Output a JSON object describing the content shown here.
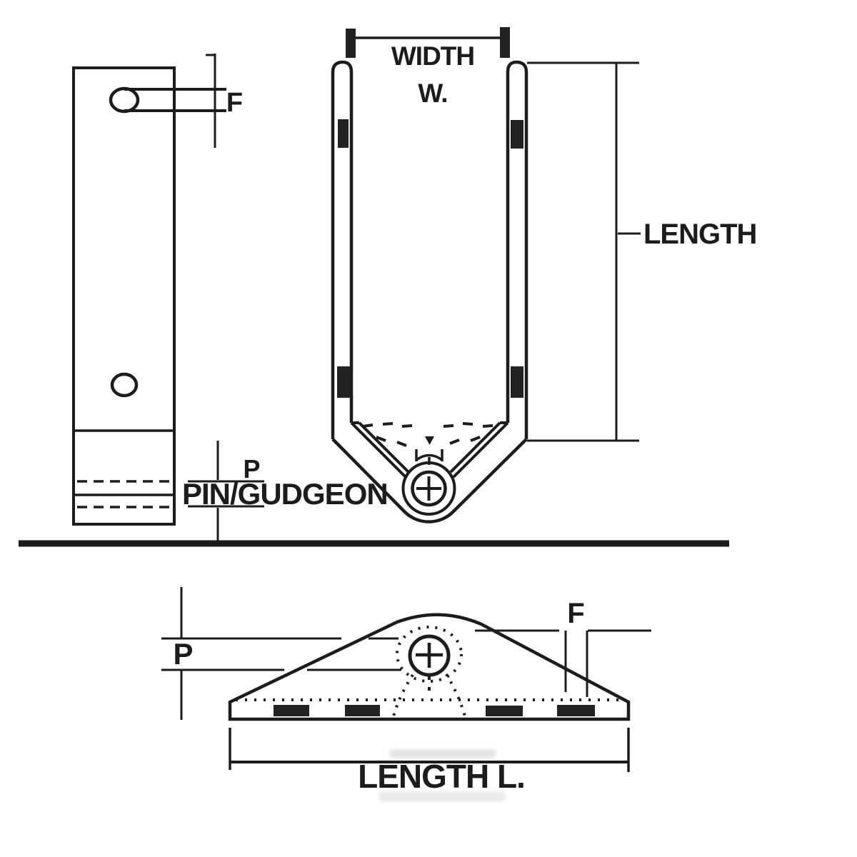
{
  "drawing": {
    "title": "pintle-gudgeon dimension diagram",
    "labels": {
      "width_line1": "WIDTH",
      "width_line2": "W.",
      "length_side": "LENGTH",
      "f_side": "F",
      "p_side": "P",
      "pin_gudgeon": "PIN/GUDGEON",
      "p_top": "P",
      "f_top": "F",
      "length_bottom": "LENGTH L."
    },
    "colors": {
      "line": "#1c1c1c",
      "slot_fill": "#222222",
      "background": "#ffffff",
      "ghost": "#bdbdbd"
    }
  }
}
